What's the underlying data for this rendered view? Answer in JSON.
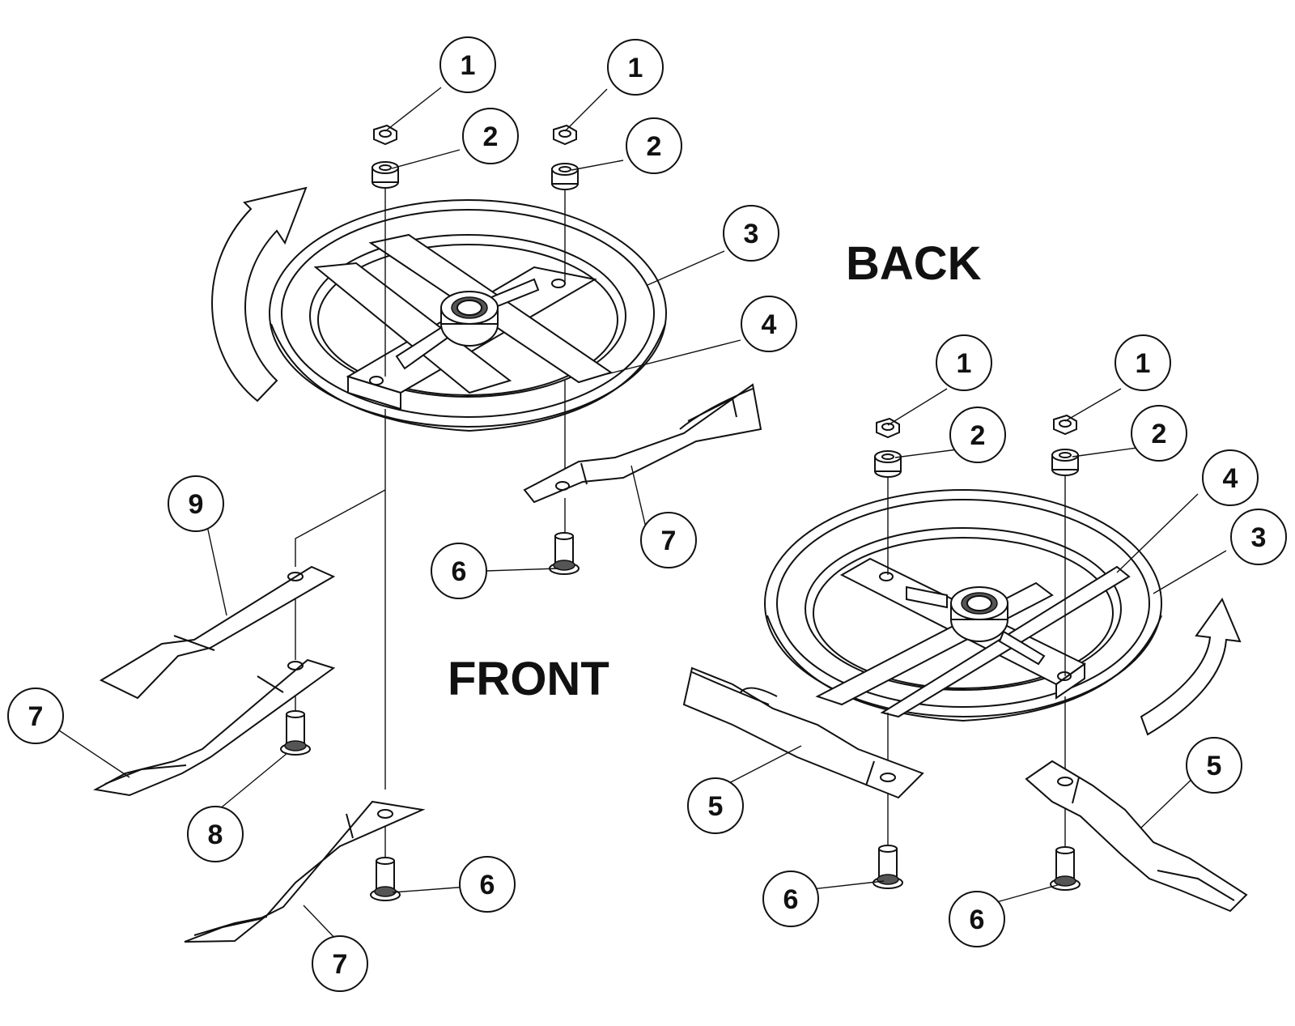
{
  "labels": {
    "back": "BACK",
    "front": "FRONT"
  },
  "callouts": [
    {
      "id": "c1a",
      "num": "1"
    },
    {
      "id": "c1b",
      "num": "1"
    },
    {
      "id": "c2a",
      "num": "2"
    },
    {
      "id": "c2b",
      "num": "2"
    },
    {
      "id": "c3a",
      "num": "3"
    },
    {
      "id": "c4a",
      "num": "4"
    },
    {
      "id": "c7a",
      "num": "7"
    },
    {
      "id": "c6a",
      "num": "6"
    },
    {
      "id": "c9",
      "num": "9"
    },
    {
      "id": "c7b",
      "num": "7"
    },
    {
      "id": "c8",
      "num": "8"
    },
    {
      "id": "c6b",
      "num": "6"
    },
    {
      "id": "c7c",
      "num": "7"
    },
    {
      "id": "c1c",
      "num": "1"
    },
    {
      "id": "c1d",
      "num": "1"
    },
    {
      "id": "c2c",
      "num": "2"
    },
    {
      "id": "c2d",
      "num": "2"
    },
    {
      "id": "c4b",
      "num": "4"
    },
    {
      "id": "c3b",
      "num": "3"
    },
    {
      "id": "c5a",
      "num": "5"
    },
    {
      "id": "c5b",
      "num": "5"
    },
    {
      "id": "c6c",
      "num": "6"
    },
    {
      "id": "c6d",
      "num": "6"
    }
  ]
}
